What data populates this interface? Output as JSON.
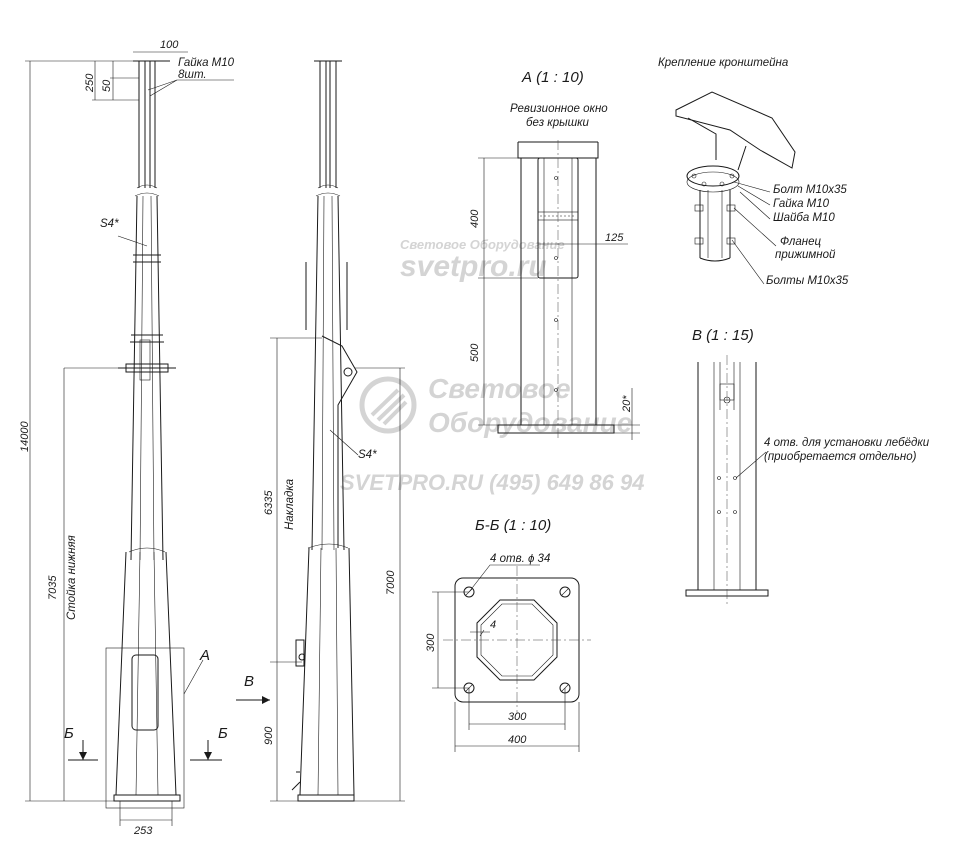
{
  "views": {
    "detail_a": "А (1 : 10)",
    "bracket": "Крепление кронштейна",
    "detail_b": "В (1 : 15)",
    "section_bb": "Б-Б (1 : 10)"
  },
  "labels": {
    "nut_m10": "Гайка М10",
    "nut_qty": "8шт.",
    "s4_a": "S4*",
    "s4_b": "S4*",
    "lower_post": "Стойка нижняя",
    "overlay": "Накладка",
    "inspection_1": "Ревизионное окно",
    "inspection_2": "без крышки",
    "bolt_m10x35": "Болт М10х35",
    "nut_m10_b": "Гайка М10",
    "washer_m10": "Шайба М10",
    "flange_1": "Фланец",
    "flange_2": "прижимной",
    "bolts_m10x35": "Болты М10х35",
    "holes_1": "4 отв. для установки лебёдки",
    "holes_2": "(приобретается отдельно)",
    "holes_34": "4 отв. ϕ 34",
    "mark_a": "А",
    "mark_v": "В",
    "mark_b_left": "Б",
    "mark_b_right": "Б"
  },
  "dims": {
    "d100": "100",
    "d250": "250",
    "d50": "50",
    "d14000": "14000",
    "d7035": "7035",
    "d253": "253",
    "d6335": "6335",
    "d900": "900",
    "d7000": "7000",
    "d400v": "400",
    "d500": "500",
    "d125": "125",
    "d20": "20*",
    "d300v": "300",
    "d4": "4",
    "d300h": "300",
    "d400h": "400"
  },
  "watermark": {
    "w1": "Световое Оборудование",
    "w2": "svetpro.ru",
    "w3": "Световое",
    "w4": "Оборудование",
    "w5": "SVETPRO.RU   (495) 649 86 94"
  }
}
